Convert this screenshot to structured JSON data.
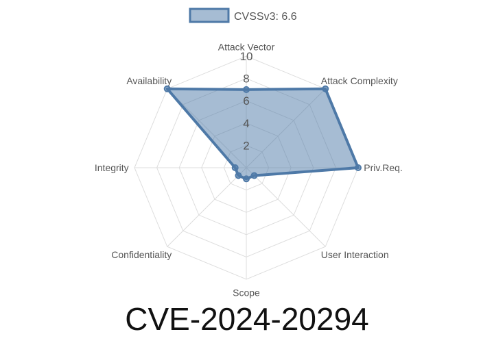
{
  "chart_data": {
    "type": "radar",
    "title": "CVE-2024-20294",
    "legend": {
      "label": "CVSSv3: 6.6",
      "placement": "top-center"
    },
    "axes": [
      "Attack Vector",
      "Attack Complexity",
      "Priv.Req.",
      "User Interaction",
      "Scope",
      "Confidentiality",
      "Integrity",
      "Availability"
    ],
    "series": [
      {
        "name": "CVSSv3: 6.6",
        "values": [
          7,
          10,
          10,
          1,
          1,
          1,
          1,
          10
        ]
      }
    ],
    "range": [
      0,
      10
    ],
    "ticks": [
      "2",
      "4",
      "6",
      "8",
      "10"
    ],
    "tick_values": [
      2,
      4,
      6,
      8,
      10
    ],
    "colors": {
      "line": "#4e79a7",
      "fill": "#4e79a7",
      "grid": "#dddddd",
      "text": "#555555"
    }
  }
}
